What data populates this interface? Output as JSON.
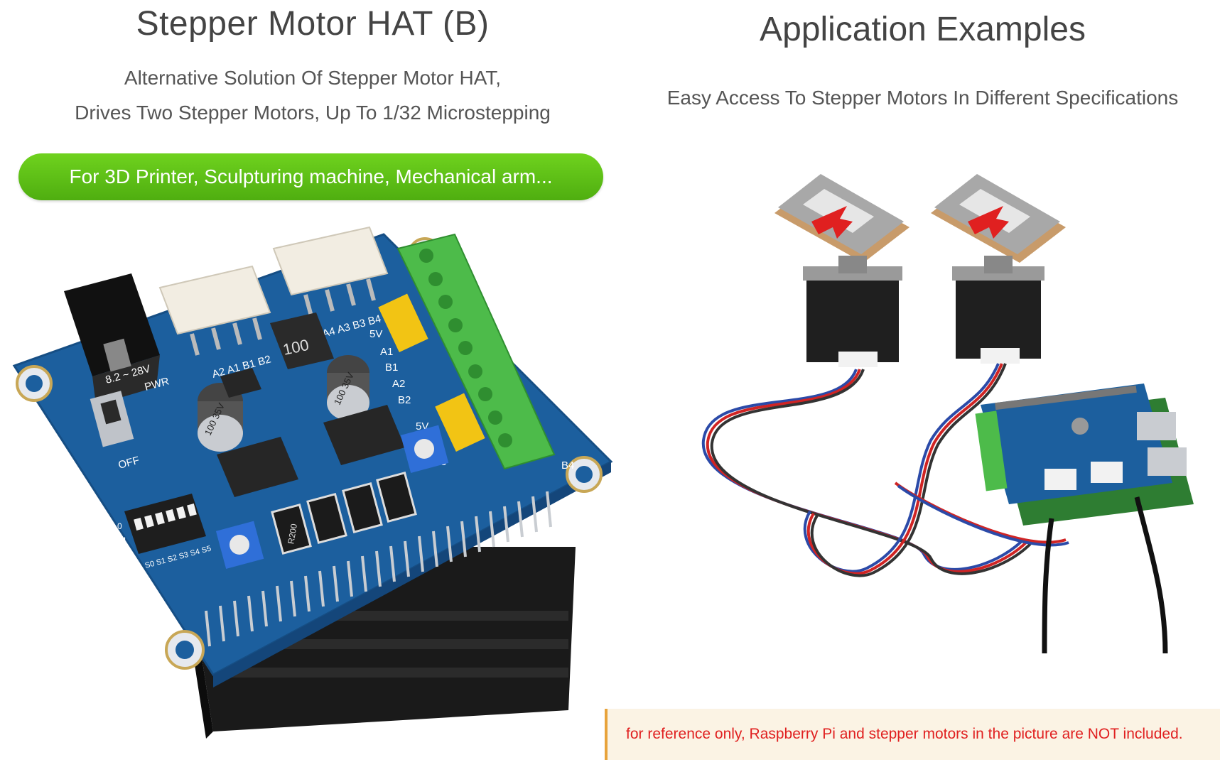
{
  "left": {
    "title": "Stepper Motor HAT (B)",
    "subtitle_line1": "Alternative Solution Of Stepper Motor HAT,",
    "subtitle_line2": "Drives Two Stepper Motors, Up To 1/32 Microstepping",
    "pill_text": "For 3D Printer, Sculpturing machine, Mechanical arm...",
    "board_labels": {
      "voltage": "8.2 ~ 28V",
      "pwr": "PWR",
      "off": "OFF",
      "cap": "100 35V",
      "inductor": "100",
      "resistor": "R200",
      "header_a": "A2 A1 B1 B2",
      "header_b": "A4 A3 B3 B4",
      "pin_5v": "5V",
      "pin_a1": "A1",
      "pin_b1": "B1",
      "pin_a2": "A2",
      "pin_b2": "B2",
      "pin_a3": "A3",
      "pin_b3": "B3",
      "pin_b4": "B4",
      "dip": "S0 S1 S2 S3 S4 S5",
      "dip_0": "0",
      "dip_1": "1"
    }
  },
  "right": {
    "title": "Application Examples",
    "subtitle": "Easy Access To Stepper Motors In Different Specifications"
  },
  "note": "for reference only, Raspberry Pi and stepper motors in the picture are NOT included.",
  "colors": {
    "pill_green": "#5cbf14",
    "pcb_blue": "#1c5f9e",
    "terminal_green": "#4dbb4a",
    "note_text": "#e02020",
    "note_bg": "#fbf3e4"
  }
}
